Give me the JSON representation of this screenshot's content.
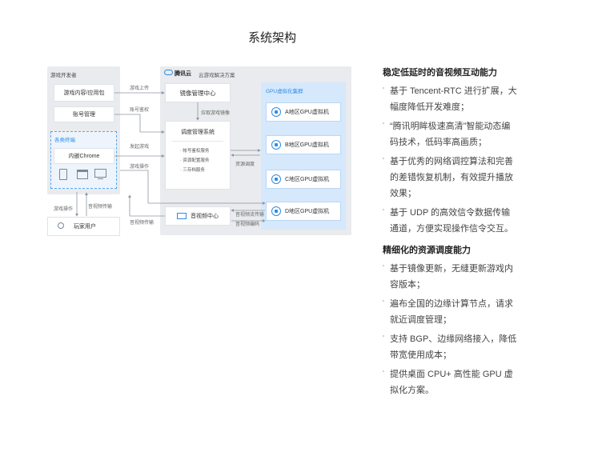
{
  "title": "系统架构",
  "diagram": {
    "left_panel_title": "游戏开发者",
    "left_boxes": {
      "content": "游戏内容/应用包",
      "account": "账号管理",
      "chrome": "内嵌Chrome"
    },
    "endpoint_title": "各类终端",
    "player": "玩家用户",
    "cloud_brand": "腾讯云",
    "cloud_solution": "云游戏解决方案",
    "image_center": "镜像管理中心",
    "dispatch": {
      "title": "调度管理系统",
      "items": [
        "· 帐号鉴权服务",
        "· 资源配置服务",
        "· 三存档服务"
      ]
    },
    "av_center": "音视频中心",
    "gpu_cluster": "GPU虚拟化集群",
    "gpu_nodes": [
      "A地区GPU虚拟机",
      "B地区GPU虚拟机",
      "C地区GPU虚拟机",
      "D地区GPU虚拟机"
    ],
    "labels": {
      "upload": "游戏上传",
      "auth": "账号鉴权",
      "pull": "拉取游戏镜像",
      "launch": "发起游戏",
      "op": "游戏操作",
      "res": "资源调度",
      "av_stream": "音视频流传输",
      "av_enc": "音视频编码",
      "av_trans": "音视频传输",
      "op2": "游戏操作",
      "av_trans2": "音视频传输"
    }
  },
  "sections": [
    {
      "title": "稳定低延时的音视频互动能力",
      "bullets": [
        "基于 Tencent-RTC 进行扩展，大幅度降低开发难度；",
        "“腾讯明眸极速高清”智能动态编码技术，低码率高画质；",
        "基于优秀的网络调控算法和完善的差错恢复机制，有效提升播放效果；",
        "基于 UDP 的高效信令数据传输通道，方便实现操作信令交互。"
      ]
    },
    {
      "title": "精细化的资源调度能力",
      "bullets": [
        "基于镜像更新，无缝更新游戏内容版本；",
        "遍布全国的边缘计算节点，请求就近调度管理；",
        "支持 BGP、边缘网络接入，降低带宽使用成本；",
        "提供桌面 CPU+ 高性能 GPU 虚拟化方案。"
      ]
    }
  ],
  "bullet_mark": "'",
  "colors": {
    "accent": "#2f8de4",
    "panel": "#e9ebee",
    "gpu_panel": "#d6e8fb"
  }
}
